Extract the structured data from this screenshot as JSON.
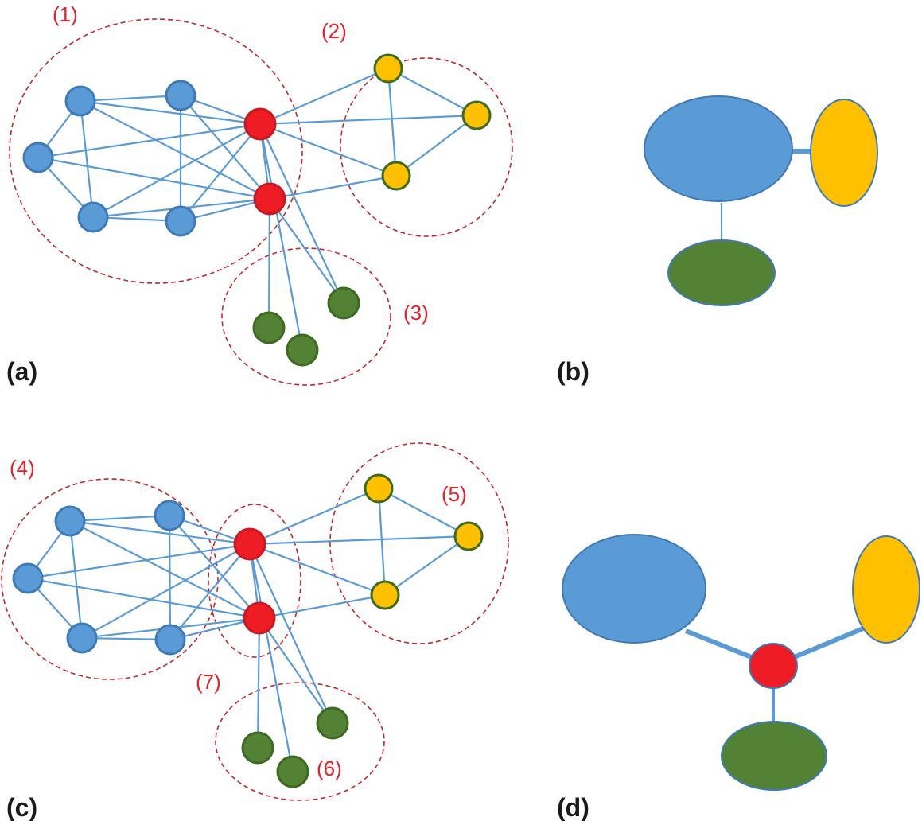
{
  "colors": {
    "blue": "#5b9bd5",
    "blue_stroke": "#3f7ab8",
    "red": "#ee1c24",
    "red_stroke": "#c81a1f",
    "yellow": "#ffc000",
    "yellow_stroke": "#3d6b1f",
    "green": "#548235",
    "green_stroke": "#3d6b1f",
    "dashed": "#c0282d",
    "edge": "#5b9bd5"
  },
  "panels": {
    "a": "(a)",
    "b": "(b)",
    "c": "(c)",
    "d": "(d)"
  },
  "groups": {
    "g1": "(1)",
    "g2": "(2)",
    "g3": "(3)",
    "g4": "(4)",
    "g5": "(5)",
    "g6": "(6)",
    "g7": "(7)"
  }
}
